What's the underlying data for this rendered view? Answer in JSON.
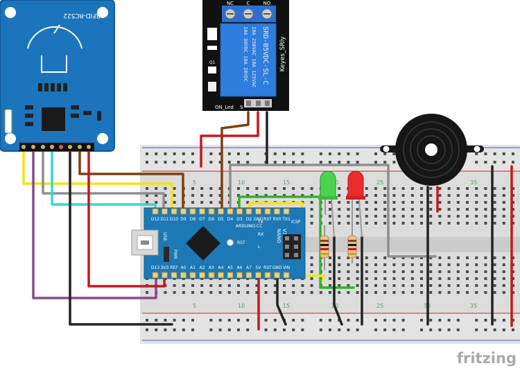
{
  "rfid": {
    "label": "RFID-RC522"
  },
  "relay": {
    "terminals": [
      "NC",
      "C",
      "NO"
    ],
    "spec_lines": [
      "SRD-05VDC-SL-C",
      "10A 250VAC  10A 125VAC",
      "10A 30VDC  10A 28VDC"
    ],
    "brand": "Keyes_SRly",
    "led_label": "ON_Led",
    "pin_label": "S",
    "chip_label": "Q1"
  },
  "arduino": {
    "name": "ARDUINO.CC",
    "model_lines": [
      "NANO",
      "V3.0"
    ],
    "top_pins": [
      "D12",
      "D11",
      "D10",
      "D9",
      "D8",
      "D7",
      "D6",
      "D5",
      "D4",
      "D3",
      "D2",
      "GND",
      "RST",
      "RX0",
      "TX1"
    ],
    "bottom_pins": [
      "D13",
      "3V3",
      "REF",
      "A0",
      "A1",
      "A2",
      "A3",
      "A4",
      "A5",
      "A6",
      "A7",
      "5V",
      "RST",
      "GND",
      "VIN"
    ],
    "usb_label": "USB",
    "icsp_label": "ICSP",
    "rst_label": "RST",
    "tx_label": "TX",
    "rx_label": "RX",
    "pwr_label": "PWR",
    "l_label": "L"
  },
  "breadboard": {
    "column_numbers": [
      "5",
      "10",
      "15",
      "20",
      "25",
      "30",
      "35"
    ]
  },
  "colors": {
    "wire_red": "#c8161d",
    "wire_black": "#222222",
    "wire_yellow": "#f3e31a",
    "wire_green": "#2cb52c",
    "wire_cyan": "#33d6d6",
    "wire_purple": "#8a4a8c",
    "wire_brown": "#7b3f12",
    "wire_gray": "#8e8e8e",
    "rfid_blue": "#1c75bc",
    "nano_blue": "#1c79b6"
  },
  "watermark": "fritzing"
}
